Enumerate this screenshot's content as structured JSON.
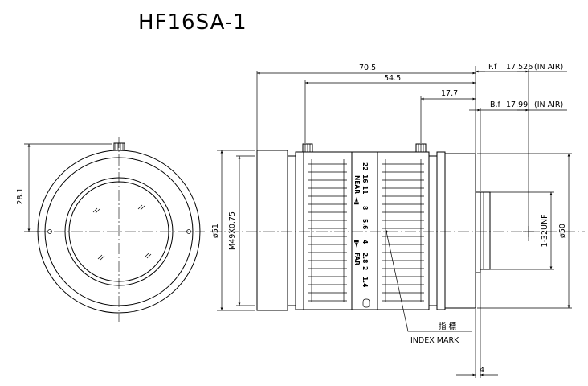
{
  "title": "HF16SA-1",
  "dimensions": {
    "total_length": "70.5",
    "mid_length": "54.5",
    "short_length": "17.7",
    "flange_focal_label": "F.f",
    "flange_focal_value": "17.526",
    "flange_focal_note": "(IN AIR)",
    "back_focal_label": "B.f",
    "back_focal_value": "17.99",
    "back_focal_note": "(IN AIR)",
    "front_height": "28.1",
    "outer_diameter": "ø51",
    "filter_thread": "M49X0.75",
    "mount_diameter": "ø50",
    "mount_thread": "1-32UNF",
    "mount_depth": "4"
  },
  "index_mark": {
    "label_cjk": "指 標",
    "label": "INDEX MARK"
  },
  "focus_scale": {
    "near_label": "NEAR",
    "far_label": "FAR",
    "aperture_values": [
      "22",
      "16",
      "11",
      "8",
      "5.6",
      "4",
      "2.8",
      "2",
      "1.4"
    ]
  }
}
